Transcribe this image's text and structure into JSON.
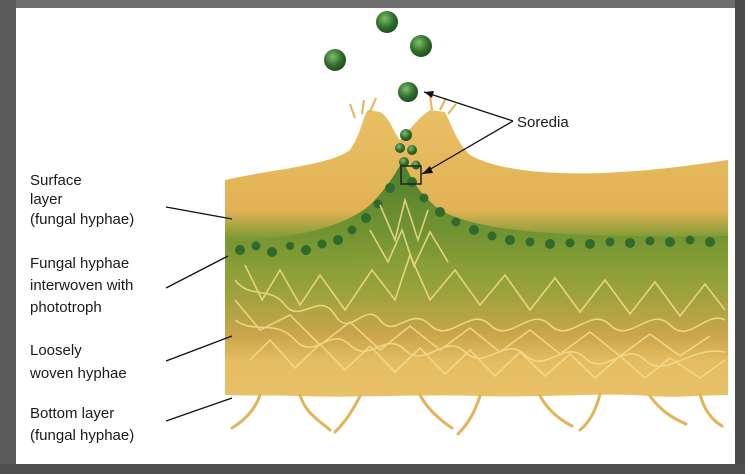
{
  "labels": {
    "soredia": "Soredia",
    "surface_1": "Surface",
    "surface_2": "layer",
    "surface_3": "(fungal hyphae)",
    "interwoven_1": "Fungal hyphae",
    "interwoven_2": "interwoven with",
    "interwoven_3": "phototroph",
    "loose_1": "Loosely",
    "loose_2": "woven hyphae",
    "bottom_1": "Bottom layer",
    "bottom_2": "(fungal hyphae)"
  },
  "colors": {
    "fungal_tan": "#e8b95a",
    "algal_green": "#5e8a2a",
    "hyphae_line": "#f5dc8e",
    "soredia_green": "#2f6b2c"
  }
}
